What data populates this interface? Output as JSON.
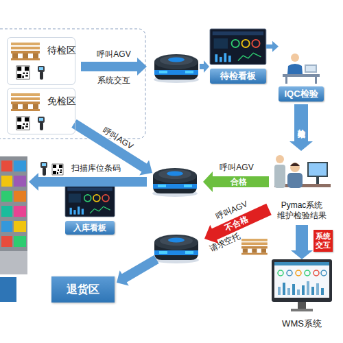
{
  "diagram": {
    "nodes": [
      {
        "text": [
          "待检区"
        ]
      },
      {
        "text": [
          "免检区"
        ]
      },
      {
        "text": [
          "待检看板"
        ]
      },
      {
        "text": [
          "IQC检验"
        ]
      },
      {
        "text": [
          "Pymac系统 维护检验结果"
        ]
      },
      {
        "text": [
          "入库看板"
        ]
      },
      {
        "text": [
          "WMS系统"
        ]
      },
      {
        "text": [
          "退货区"
        ]
      }
    ],
    "edges": [
      {
        "from": 2,
        "to": 3,
        "arrow": "to"
      },
      {
        "from": 3,
        "to": 4,
        "label": "检验结果",
        "arrow": "to"
      },
      {
        "from": 4,
        "to": 6,
        "label": "系统交互",
        "arrow": "to"
      }
    ],
    "labels": [
      "呼叫AGV",
      "系统交互",
      "呼叫AGV",
      "扫描库位条码",
      "呼叫AGV",
      "合格",
      "呼叫AGV",
      "不合格",
      "请求空托"
    ]
  }
}
